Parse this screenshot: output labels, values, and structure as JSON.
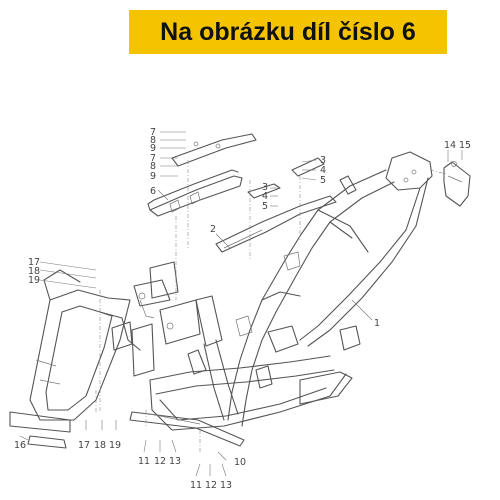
{
  "banner": {
    "title": "Na obrázku díl číslo 6",
    "color": "#f5c400"
  },
  "callouts": {
    "c1": "1",
    "c2": "2",
    "c3a": "3",
    "c4a": "4",
    "c5a": "5",
    "c3b": "3",
    "c4b": "4",
    "c5b": "5",
    "c6": "6",
    "c7a": "7",
    "c8a": "8",
    "c9a": "9",
    "c7b": "7",
    "c8b": "8",
    "c9b": "9",
    "c10": "10",
    "c11a": "11",
    "c12a": "12",
    "c13a": "13",
    "c11b": "11",
    "c12b": "12",
    "c13b": "13",
    "c14": "14",
    "c15": "15",
    "c16": "16",
    "c17a": "17",
    "c18a": "18",
    "c19a": "19",
    "c17b": "17",
    "c18b": "18",
    "c19b": "19"
  }
}
